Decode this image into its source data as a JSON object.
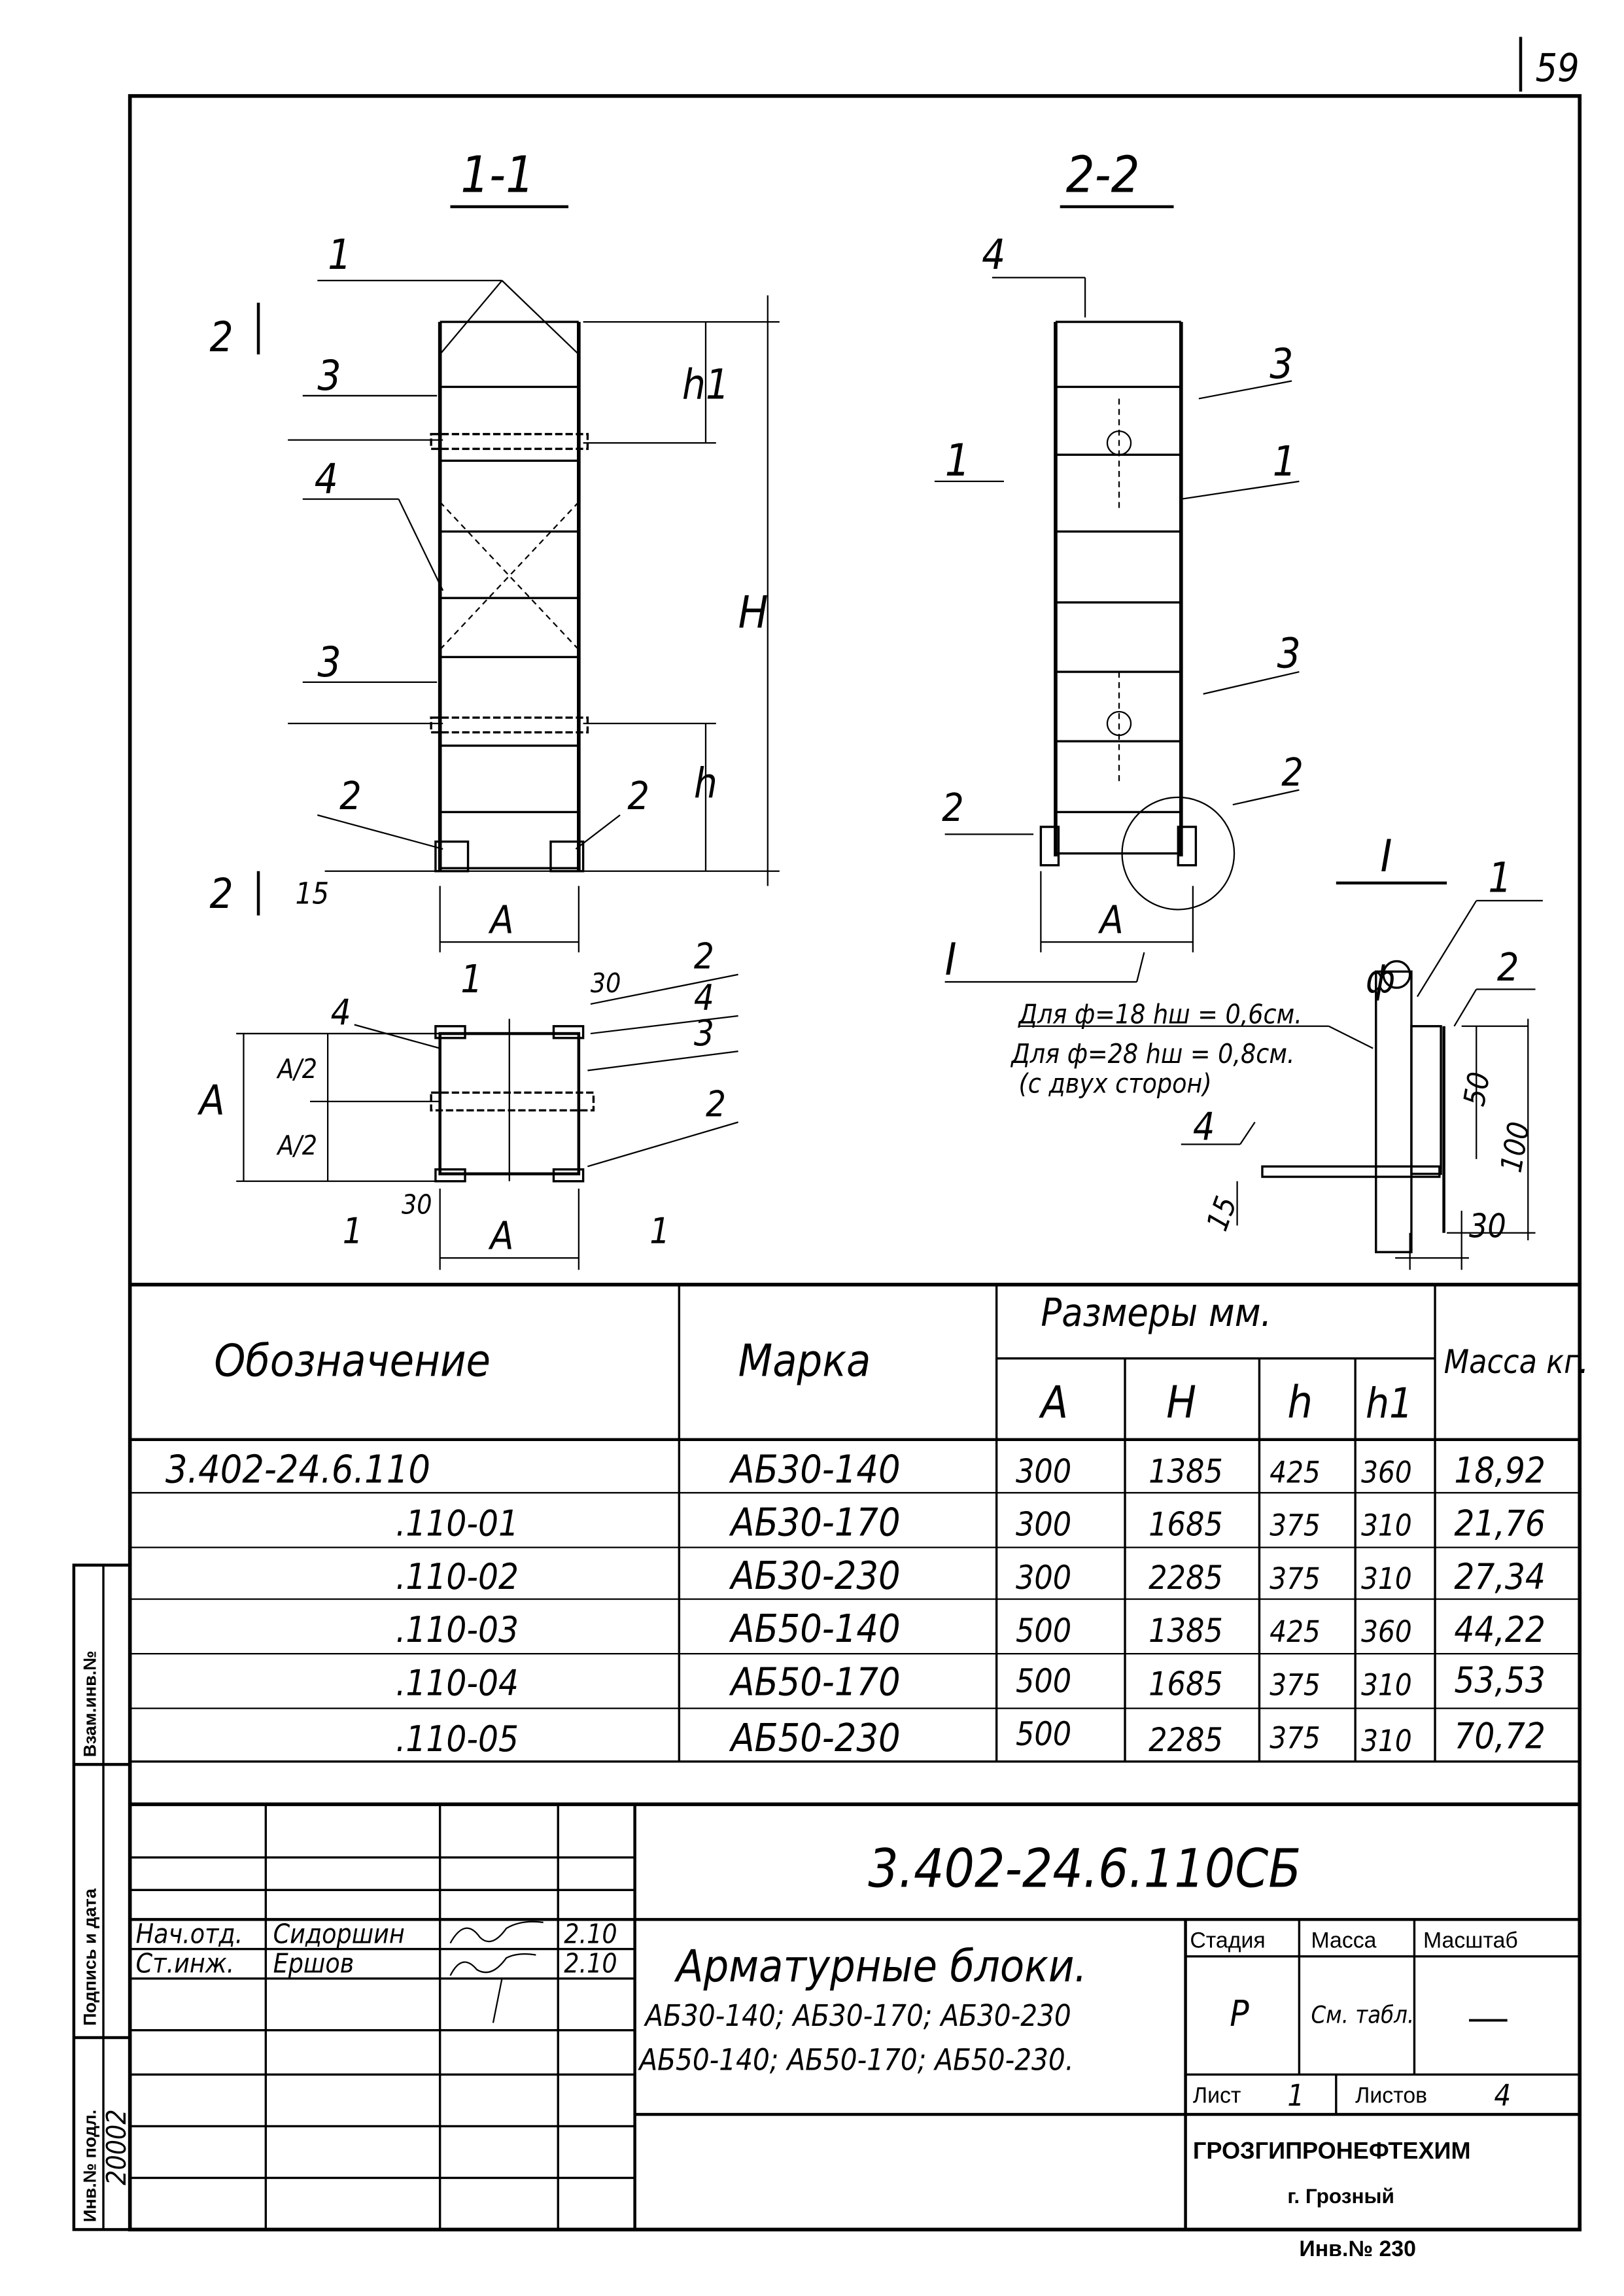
{
  "page_number": "59",
  "views": {
    "section_1_title": "1-1",
    "section_2_title": "2-2",
    "detail_title": "I",
    "section_1_labels": {
      "pos1": "1",
      "pos3_top": "3",
      "pos4": "4",
      "pos3_bottom": "3",
      "pos2_left": "2",
      "pos2_right": "2",
      "dim_15": "15",
      "dim_A": "A",
      "dim_H": "H",
      "dim_h1": "h1",
      "dim_h": "h",
      "cut_2_top": "2",
      "cut_2_bottom": "2"
    },
    "plan_labels": {
      "pos4": "4",
      "pos1": "1",
      "dim_30_top": "30",
      "pos2_top": "2",
      "pos4_right": "4",
      "pos3": "3",
      "pos2_bottom": "2",
      "dim_A_left": "A",
      "dim_A2_top": "A/2",
      "dim_A2_bottom": "A/2",
      "dim_30_bottom": "30",
      "dim_A_bottom": "A",
      "cut_1_left": "1",
      "cut_1_right": "1"
    },
    "section_2_labels": {
      "pos4": "4",
      "pos3_top": "3",
      "cut_1": "1",
      "pos1": "1",
      "pos3_bottom": "3",
      "pos2_right": "2",
      "pos2_left": "2",
      "dim_A": "A",
      "detail_ref": "I"
    },
    "detail_labels": {
      "phi": "ф",
      "pos1": "1",
      "pos2": "2",
      "pos4": "4",
      "dim_50": "50",
      "dim_100": "100",
      "dim_15": "15",
      "dim_30": "30"
    },
    "notes": [
      "Для ф=18 hш = 0,6см.",
      "Для ф=28 hш = 0,8см.",
      "(с двух сторон)"
    ]
  },
  "spec_table": {
    "headers": {
      "designation": "Обозначение",
      "mark": "Марка",
      "sizes": "Размеры мм.",
      "A": "A",
      "H": "H",
      "h": "h",
      "h1": "h1",
      "mass": "Масса кг."
    },
    "rows": [
      {
        "designation": "3.402-24.6.110",
        "mark": "АБ30-140",
        "A": "300",
        "H": "1385",
        "h": "425",
        "h1": "360",
        "mass": "18,92"
      },
      {
        "designation": ".110-01",
        "mark": "АБ30-170",
        "A": "300",
        "H": "1685",
        "h": "375",
        "h1": "310",
        "mass": "21,76"
      },
      {
        "designation": ".110-02",
        "mark": "АБ30-230",
        "A": "300",
        "H": "2285",
        "h": "375",
        "h1": "310",
        "mass": "27,34"
      },
      {
        "designation": ".110-03",
        "mark": "АБ50-140",
        "A": "500",
        "H": "1385",
        "h": "425",
        "h1": "360",
        "mass": "44,22"
      },
      {
        "designation": ".110-04",
        "mark": "АБ50-170",
        "A": "500",
        "H": "1685",
        "h": "375",
        "h1": "310",
        "mass": "53,53"
      },
      {
        "designation": ".110-05",
        "mark": "АБ50-230",
        "A": "500",
        "H": "2285",
        "h": "375",
        "h1": "310",
        "mass": "70,72"
      }
    ]
  },
  "title_block": {
    "document_code": "3.402-24.6.110СБ",
    "title": "Арматурные блоки.",
    "subtitle_1": "АБ30-140; АБ30-170; АБ30-230",
    "subtitle_2": "АБ50-140; АБ50-170; АБ50-230.",
    "signatures": [
      {
        "role": "Нач.отд.",
        "name": "Сидоршин",
        "date": "2.10"
      },
      {
        "role": "Ст.инж.",
        "name": "Ершов",
        "date": "2.10"
      }
    ],
    "stage_label": "Стадия",
    "stage": "Р",
    "mass_label": "Масса",
    "mass": "См. табл.",
    "scale_label": "Масштаб",
    "scale": "—",
    "sheet_label": "Лист",
    "sheet": "1",
    "sheets_label": "Листов",
    "sheets": "4",
    "organization": "ГРОЗГИПРОНЕФТЕХИМ",
    "city": "г. Грозный"
  },
  "margin_strip": {
    "replaced_inv_label": "Взам.инв.№",
    "signature_date_label": "Подпись и дата",
    "original_inv_label": "Инв.№ подл.",
    "original_inv": "20002"
  },
  "inventory_number": "Инв.№ 230"
}
